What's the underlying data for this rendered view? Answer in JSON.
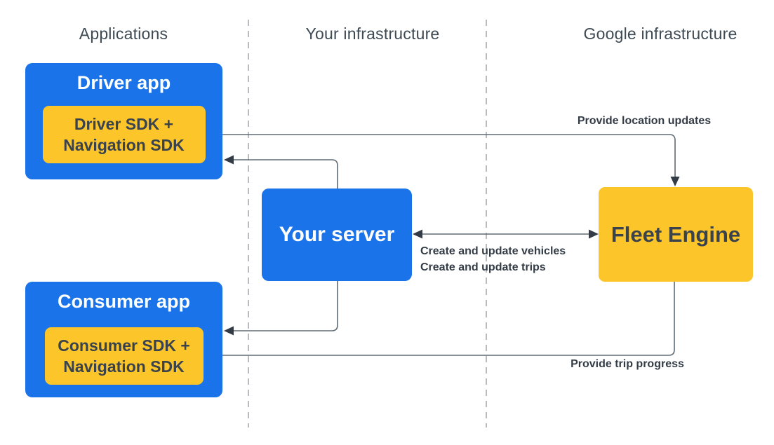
{
  "palette": {
    "blue": "#1a73e8",
    "yellow": "#fcc62b",
    "dark_text": "#3a424c",
    "header_text": "#3e4a54",
    "wire": "#5f6b74",
    "arrowhead": "#333c46",
    "divider": "#a6acb2"
  },
  "columns": [
    {
      "label": "Applications"
    },
    {
      "label": "Your infrastructure"
    },
    {
      "label": "Google infrastructure"
    }
  ],
  "nodes": {
    "driver_app": {
      "title": "Driver app",
      "sdk": "Driver SDK +\nNavigation SDK"
    },
    "consumer_app": {
      "title": "Consumer app",
      "sdk": "Consumer SDK +\nNavigation SDK"
    },
    "your_server": {
      "title": "Your server"
    },
    "fleet_engine": {
      "title": "Fleet Engine"
    }
  },
  "edge_labels": {
    "location_updates": "Provide location updates",
    "create_vehicles": "Create and update vehicles",
    "create_trips": "Create and update trips",
    "trip_progress": "Provide trip progress"
  }
}
